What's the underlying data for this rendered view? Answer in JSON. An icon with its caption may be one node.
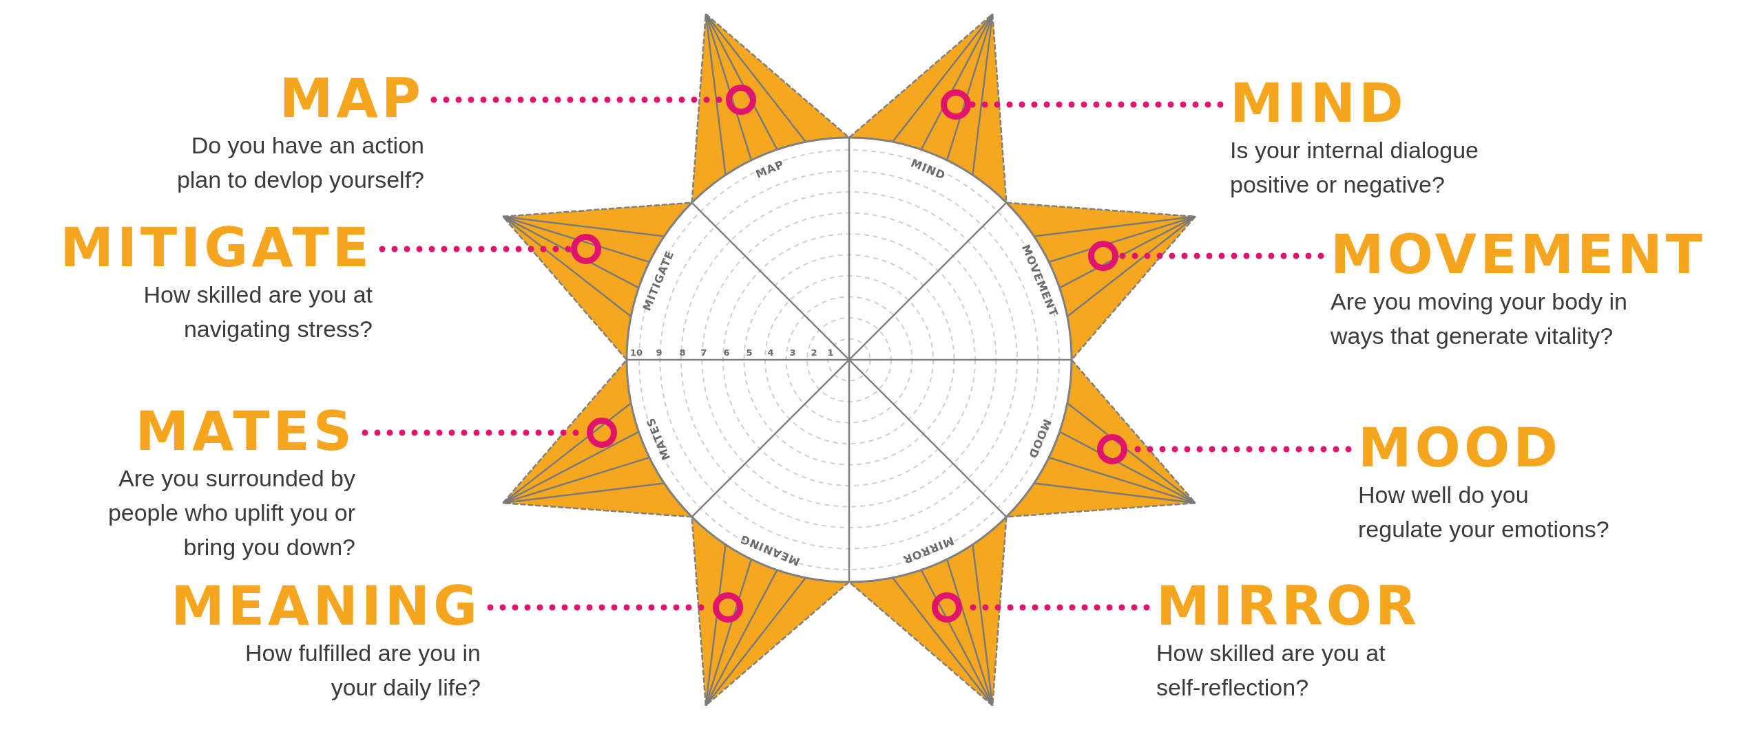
{
  "diagram": {
    "nodes": [
      {
        "text": [
          "MAP",
          "Do you have an action plan to devlop yourself?"
        ]
      },
      {
        "text": [
          "MIND",
          "Is your internal dialogue positive or negative?"
        ]
      },
      {
        "text": [
          "MITIGATE",
          "How skilled are you at navigating stress?"
        ]
      },
      {
        "text": [
          "MOVEMENT",
          "Are you moving your body in ways that generate vitality?"
        ]
      },
      {
        "text": [
          "MATES",
          "Are you surrounded by people who uplift you or bring you down?"
        ]
      },
      {
        "text": [
          "MOOD",
          "How well do you regulate your emotions?"
        ]
      },
      {
        "text": [
          "MEANING",
          "How fulfilled are you in your daily life?"
        ]
      },
      {
        "text": [
          "MIRROR",
          "How skilled are you at self-reflection?"
        ]
      },
      {
        "text": [],
        "shape": "circle"
      },
      {
        "text": [],
        "shape": "circle"
      },
      {
        "text": [],
        "shape": "circle"
      },
      {
        "text": [],
        "shape": "circle"
      },
      {
        "text": [],
        "shape": "circle"
      },
      {
        "text": [],
        "shape": "circle"
      },
      {
        "text": [],
        "shape": "circle"
      },
      {
        "text": [],
        "shape": "circle"
      }
    ],
    "edges": [
      {
        "from": 0,
        "to": 8,
        "arrow": "none"
      },
      {
        "from": 1,
        "to": 9,
        "arrow": "none"
      },
      {
        "from": 2,
        "to": 10,
        "arrow": "none"
      },
      {
        "from": 3,
        "to": 11,
        "arrow": "none"
      },
      {
        "from": 4,
        "to": 12,
        "arrow": "none"
      },
      {
        "from": 5,
        "to": 13,
        "arrow": "none"
      },
      {
        "from": 6,
        "to": 14,
        "arrow": "none"
      },
      {
        "from": 7,
        "to": 15,
        "arrow": "none"
      }
    ],
    "labels": [
      "MAP",
      "MIND",
      "MITIGATE",
      "MOVEMENT",
      "10",
      "9",
      "8",
      "7",
      "6",
      "5",
      "4",
      "3",
      "2",
      "1",
      "MATES",
      "MOOD",
      "MEANING",
      "MIRROR"
    ]
  }
}
